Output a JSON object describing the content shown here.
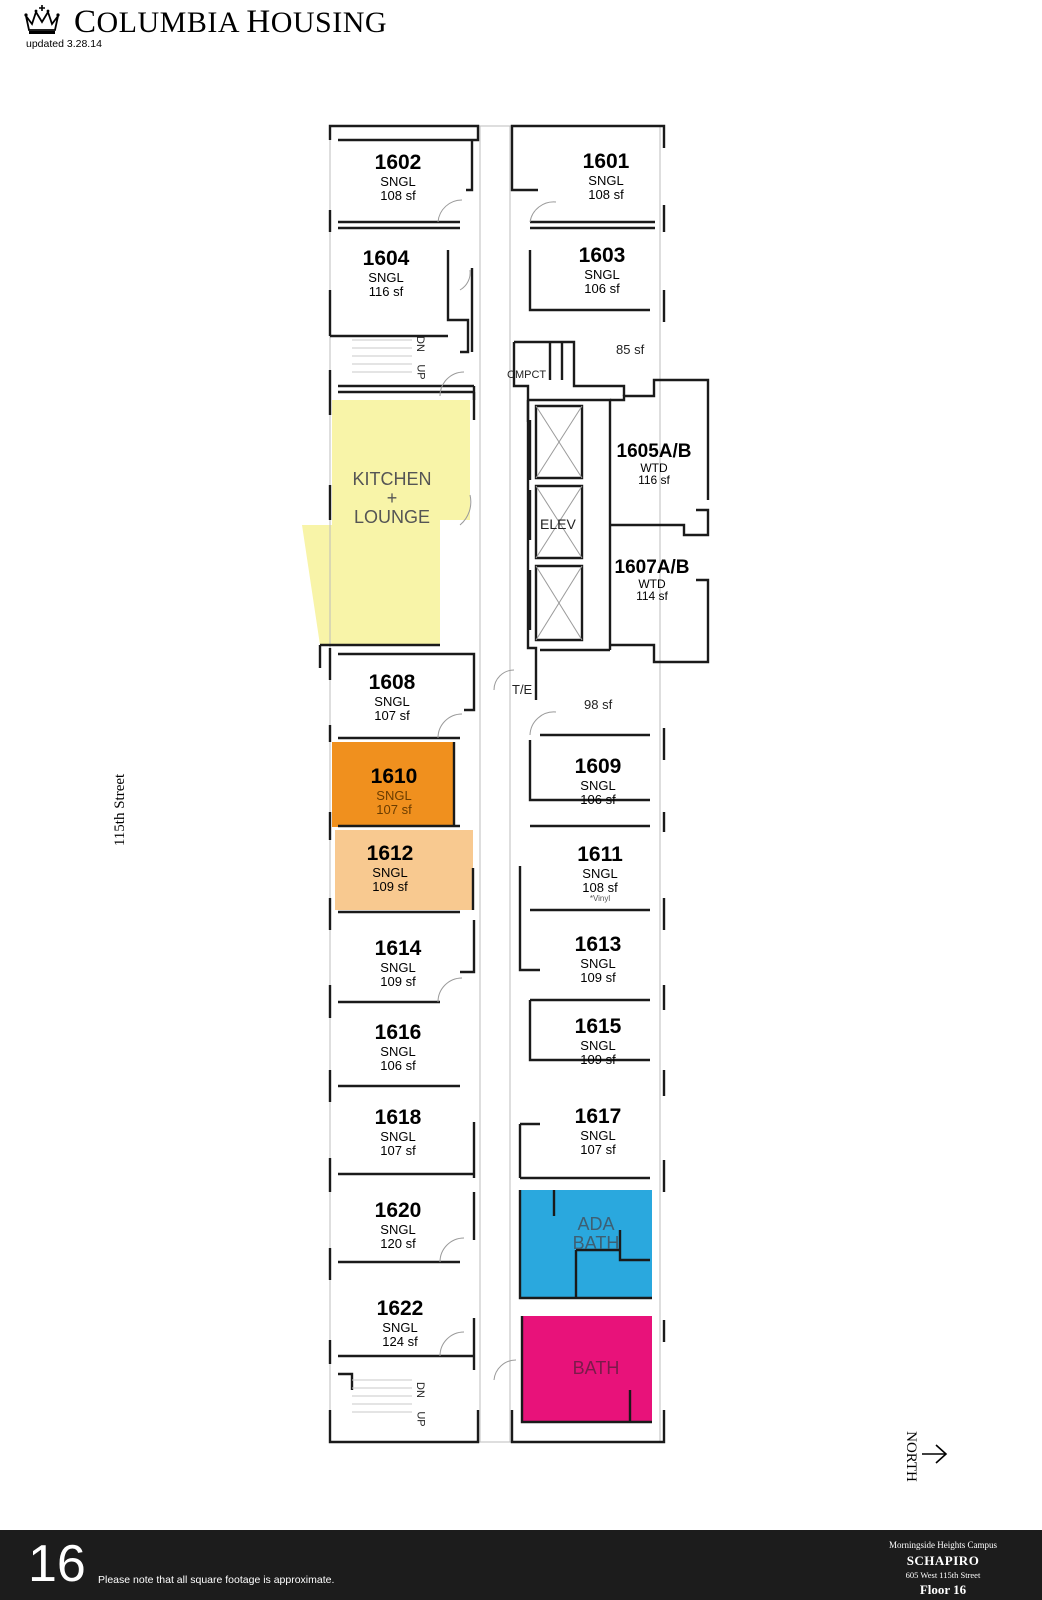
{
  "header": {
    "title_first_C": "C",
    "title_rest_1": "OLUMBIA ",
    "title_H": "H",
    "title_rest_2": "OUSING",
    "updated": "updated 3.28.14"
  },
  "street_label": "115th Street",
  "north_label": "NORTH",
  "footer": {
    "floor_number": "16",
    "note": "Please note that all square footage is approximate.",
    "campus": "Morningside Heights Campus",
    "building": "SCHAPIRO",
    "address": "605 West 115th Street",
    "floor": "Floor 16"
  },
  "colors": {
    "kitchen": "#f8f4a8",
    "room_1610": "#f0901e",
    "room_1612": "#f8c990",
    "ada_bath": "#2aa8de",
    "bath": "#e8127a",
    "wall": "#1a1a1a",
    "footer_bar": "#1c1c1c"
  },
  "rooms": {
    "r1601": {
      "num": "1601",
      "type": "SNGL",
      "area": "108 sf"
    },
    "r1602": {
      "num": "1602",
      "type": "SNGL",
      "area": "108 sf"
    },
    "r1603": {
      "num": "1603",
      "type": "SNGL",
      "area": "106 sf"
    },
    "r1604": {
      "num": "1604",
      "type": "SNGL",
      "area": "116 sf"
    },
    "r1605": {
      "num": "1605A/B",
      "type": "WTD",
      "area": "116 sf"
    },
    "r1607": {
      "num": "1607A/B",
      "type": "WTD",
      "area": "114 sf"
    },
    "r1608": {
      "num": "1608",
      "type": "SNGL",
      "area": "107 sf"
    },
    "r1609": {
      "num": "1609",
      "type": "SNGL",
      "area": "106 sf"
    },
    "r1610": {
      "num": "1610",
      "type": "SNGL",
      "area": "107 sf"
    },
    "r1611": {
      "num": "1611",
      "type": "SNGL",
      "area": "108 sf",
      "note": "*Vinyl"
    },
    "r1612": {
      "num": "1612",
      "type": "SNGL",
      "area": "109 sf"
    },
    "r1613": {
      "num": "1613",
      "type": "SNGL",
      "area": "109 sf"
    },
    "r1614": {
      "num": "1614",
      "type": "SNGL",
      "area": "109 sf"
    },
    "r1615": {
      "num": "1615",
      "type": "SNGL",
      "area": "109 sf"
    },
    "r1616": {
      "num": "1616",
      "type": "SNGL",
      "area": "106 sf"
    },
    "r1617": {
      "num": "1617",
      "type": "SNGL",
      "area": "107 sf"
    },
    "r1618": {
      "num": "1618",
      "type": "SNGL",
      "area": "107 sf"
    },
    "r1620": {
      "num": "1620",
      "type": "SNGL",
      "area": "120 sf"
    },
    "r1622": {
      "num": "1622",
      "type": "SNGL",
      "area": "124 sf"
    }
  },
  "zones": {
    "kitchen_line1": "KITCHEN",
    "kitchen_line2": "+",
    "kitchen_line3": "LOUNGE",
    "elev": "ELEV",
    "ada_line1": "ADA",
    "ada_line2": "BATH",
    "bath": "BATH",
    "cmpct": "CMPCT",
    "te": "T/E",
    "sf_85": "85 sf",
    "sf_98": "98 sf",
    "dn": "DN",
    "up": "UP"
  }
}
